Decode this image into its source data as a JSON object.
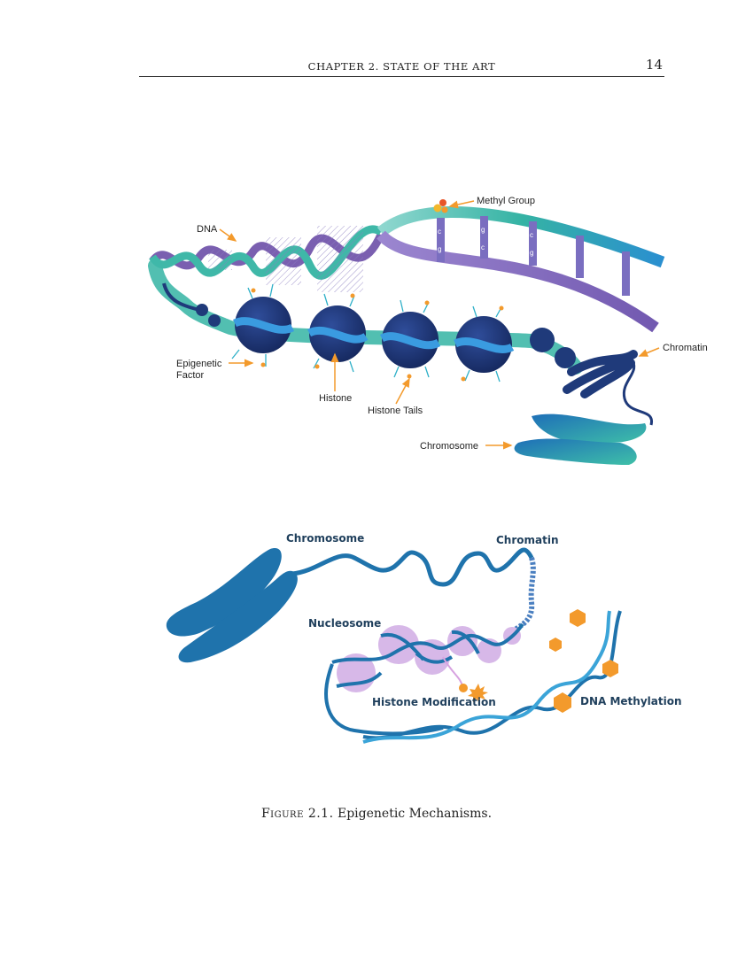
{
  "header": {
    "chapter": "CHAPTER 2.  STATE OF THE ART",
    "page_number": "14"
  },
  "figure_top": {
    "labels": {
      "dna": "DNA",
      "methyl_group": "Methyl Group",
      "epigenetic_factor_line1": "Epigenetic",
      "epigenetic_factor_line2": "Factor",
      "histone": "Histone",
      "histone_tails": "Histone Tails",
      "chromatin": "Chromatin",
      "chromosome": "Chromosome"
    },
    "bases": {
      "c1": "c",
      "g1": "g",
      "g2": "g",
      "c2": "c",
      "c3": "c",
      "g3": "g"
    }
  },
  "figure_bottom": {
    "labels": {
      "chromosome": "Chromosome",
      "chromatin": "Chromatin",
      "nucleosome": "Nucleosome",
      "histone_modification": "Histone Modification",
      "dna_methylation": "DNA Methylation"
    }
  },
  "caption": {
    "label": "Figure 2.1.",
    "text": "Epigenetic Mechanisms."
  },
  "colors": {
    "teal": "#3fb8a8",
    "purple": "#7a5fb0",
    "blue": "#2a86c4",
    "navy": "#1f3a7a",
    "orange": "#f39a2c",
    "lilac": "#d7b8e8"
  }
}
